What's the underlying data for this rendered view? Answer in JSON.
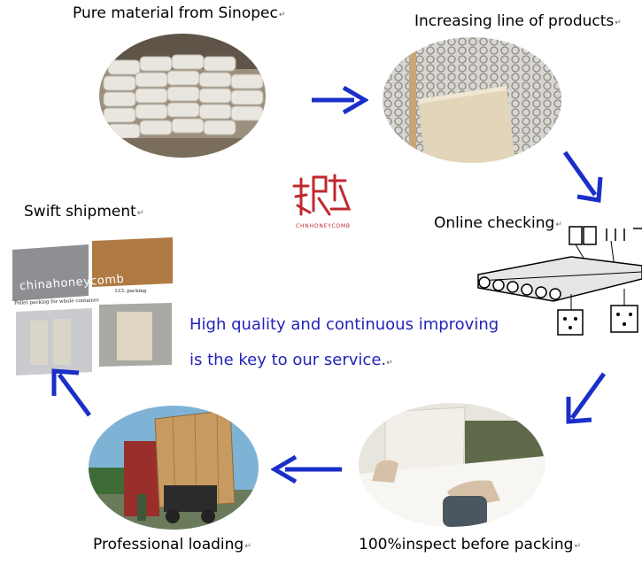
{
  "steps": {
    "material": "Pure material from Sinopec",
    "products": "Increasing line of products",
    "checking": "Online checking",
    "inspect": "100%inspect before packing",
    "loading": "Professional loading",
    "shipment": "Swift shipment"
  },
  "center": {
    "line1": "High quality and continuous improving",
    "line2": "is the key to our service."
  },
  "logo": {
    "text": "CHNHONEYCOMB"
  },
  "collage": {
    "watermark": "chinahoneycomb",
    "caption_left": "Pallet packing for whole container",
    "caption_right": "LCL packing"
  },
  "colors": {
    "arrow": "#1a2fc9",
    "text_blue": "#2323b8",
    "logo_red": "#c0282d"
  }
}
